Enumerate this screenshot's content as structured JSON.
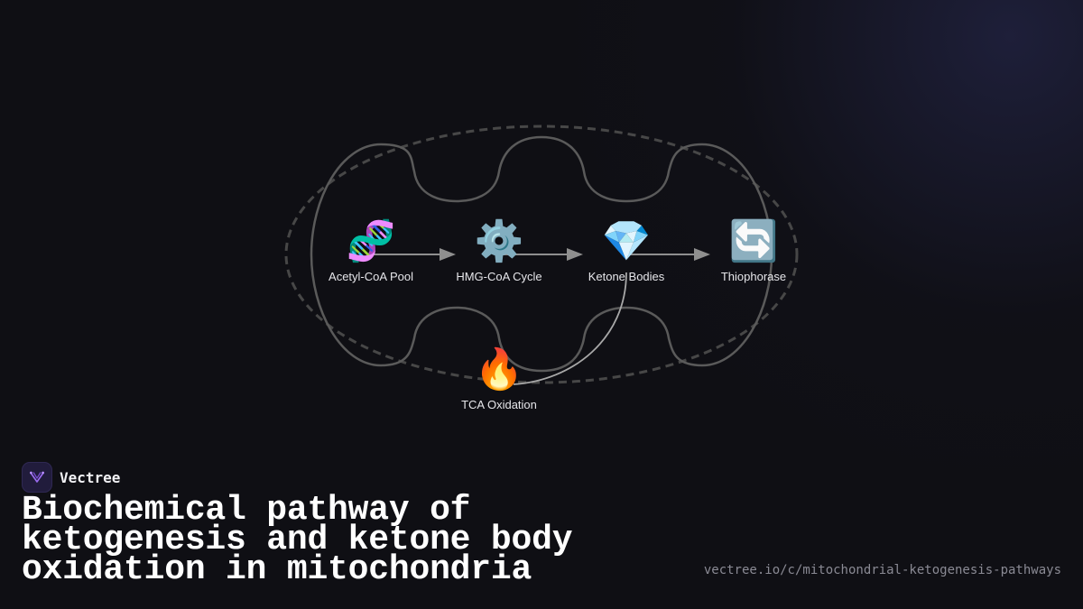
{
  "colors": {
    "background": "#0f0f14",
    "outline": "#555555",
    "arrow": "#8f8f8f",
    "label": "#e6e6ea",
    "title": "#ffffff",
    "url": "#8a8a94",
    "logo_bg": "#211c3c",
    "logo_mark": "#9b6cf0"
  },
  "diagram": {
    "nodes": [
      {
        "id": "acetyl-coa-pool",
        "icon": "dna-icon",
        "glyph": "🧬",
        "label": "Acetyl-CoA Pool"
      },
      {
        "id": "hmg-coa-cycle",
        "icon": "gear-icon",
        "glyph": "⚙️",
        "label": "HMG-CoA Cycle"
      },
      {
        "id": "ketone-bodies",
        "icon": "gem-icon",
        "glyph": "💎",
        "label": "Ketone Bodies"
      },
      {
        "id": "thiophorase",
        "icon": "cycle-arrows-icon",
        "glyph": "🔄",
        "label": "Thiophorase"
      },
      {
        "id": "tca-oxidation",
        "icon": "fire-icon",
        "glyph": "🔥",
        "label": "TCA Oxidation"
      }
    ],
    "edges": [
      {
        "from": "acetyl-coa-pool",
        "to": "hmg-coa-cycle"
      },
      {
        "from": "hmg-coa-cycle",
        "to": "ketone-bodies"
      },
      {
        "from": "ketone-bodies",
        "to": "thiophorase"
      },
      {
        "from": "ketone-bodies",
        "to": "tca-oxidation"
      }
    ]
  },
  "footer": {
    "brand": "Vectree",
    "title": "Biochemical pathway of ketogenesis and ketone body oxidation in mitochondria",
    "url": "vectree.io/c/mitochondrial-ketogenesis-pathways"
  }
}
